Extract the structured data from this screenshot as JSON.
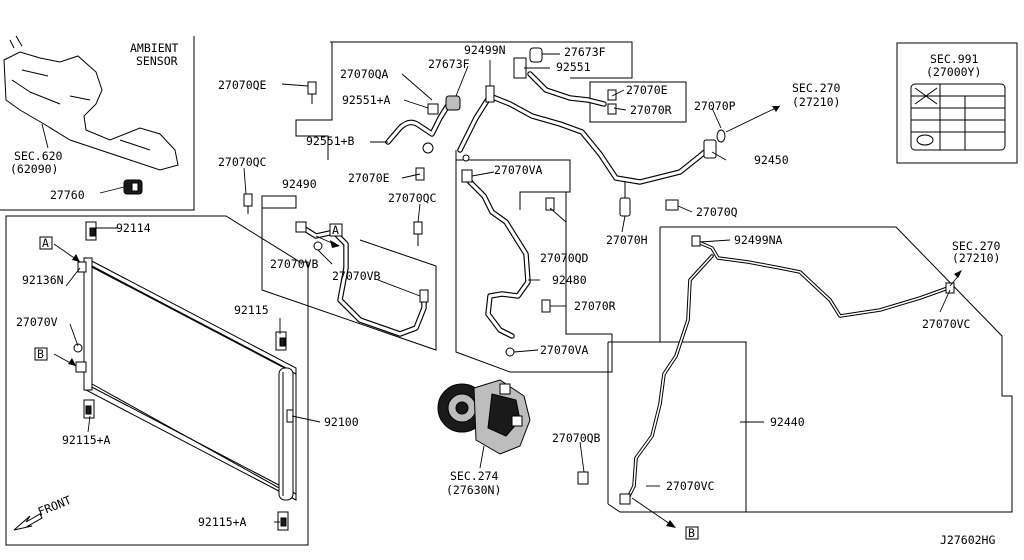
{
  "diagram": {
    "code": "J27602HG",
    "labels": {
      "ambient_sensor_l1": "AMBIENT",
      "ambient_sensor_l2": "SENSOR",
      "sec620_l1": "SEC.620",
      "sec620_l2": "(62090)",
      "p27760": "27760",
      "p27070QE": "27070QE",
      "p27070QA": "27070QA",
      "p27673F_a": "27673F",
      "p92499N": "92499N",
      "p27673F_b": "27673F",
      "p92551": "92551",
      "p92551A": "92551+A",
      "p92551B": "92551+B",
      "p27070E_a": "27070E",
      "p27070R_a": "27070R",
      "p27070P": "27070P",
      "sec270_a_l1": "SEC.270",
      "sec270_a_l2": "(27210)",
      "sec991_l1": "SEC.991",
      "sec991_l2": "(27000Y)",
      "p27070QC_a": "27070QC",
      "p92490": "92490",
      "p27070E_b": "27070E",
      "p27070VA_a": "27070VA",
      "p92450": "92450",
      "p27070QC_b": "27070QC",
      "p27070Q": "27070Q",
      "p92114": "92114",
      "p27070VB_a": "27070VB",
      "p27070QD": "27070QD",
      "p27070H": "27070H",
      "p92499NA": "92499NA",
      "sec270_b_l1": "SEC.270",
      "sec270_b_l2": "(27210)",
      "p92136N": "92136N",
      "p27070VB_b": "27070VB",
      "p92480": "92480",
      "p92115": "92115",
      "p27070R_b": "27070R",
      "p27070V": "27070V",
      "p27070VC_a": "27070VC",
      "p27070VA_b": "27070VA",
      "p92440": "92440",
      "p92100": "92100",
      "p92115A_a": "92115+A",
      "p27070QB": "27070QB",
      "sec274_l1": "SEC.274",
      "sec274_l2": "(27630N)",
      "p27070VC_b": "27070VC",
      "front": "FRONT",
      "p92115A_b": "92115+A",
      "ref_a": "A",
      "ref_b": "B"
    }
  }
}
